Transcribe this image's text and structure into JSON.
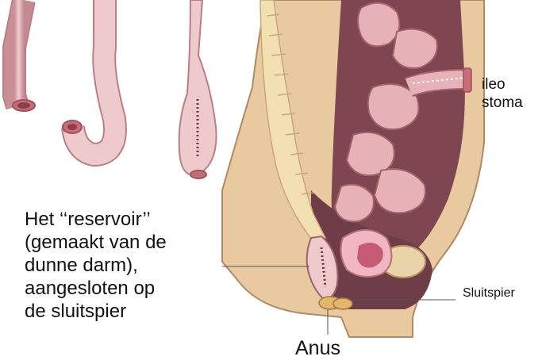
{
  "labels": {
    "ileostoma": [
      "ileo",
      "stoma"
    ],
    "reservoir": [
      "Het ‘‘reservoir’’",
      "(gemaakt van de",
      "dunne darm),",
      "aangesloten op",
      "de sluitspier"
    ],
    "sphincter": "Sluitspier",
    "anus": "Anus"
  },
  "colors": {
    "tissue": "#e8bfc0",
    "tissue_edge": "#b97f86",
    "skin": "#e9cfa6",
    "cavity": "#7d4650",
    "spine": "#f2dfb2"
  }
}
